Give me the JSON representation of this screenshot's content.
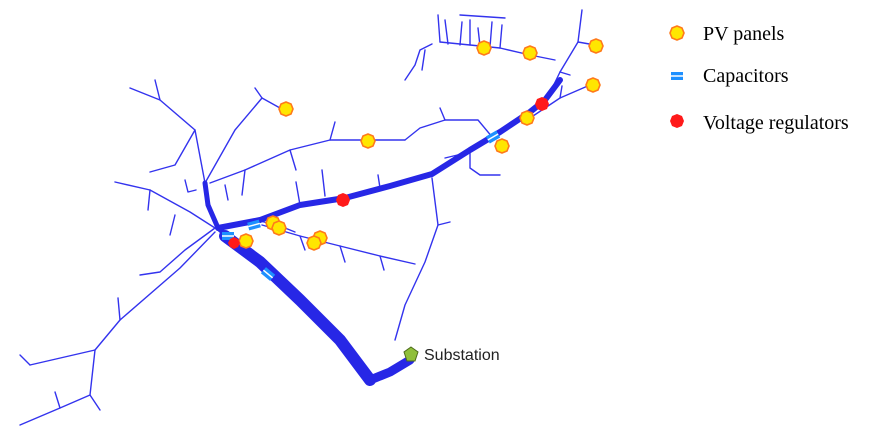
{
  "legend": {
    "pv_label": "PV panels",
    "capacitor_label": "Capacitors",
    "regulator_label": "Voltage regulators"
  },
  "substation_label": "Substation",
  "colors": {
    "line": "#2727e6",
    "pv_fill": "#ffe600",
    "pv_stroke": "#ff7a1a",
    "capacitor": "#1e90ff",
    "regulator": "#ff1a1a",
    "substation": "#8fbf3a"
  },
  "icons": [
    "pv-panel-icon",
    "capacitor-icon",
    "voltage-regulator-icon",
    "substation-icon"
  ]
}
